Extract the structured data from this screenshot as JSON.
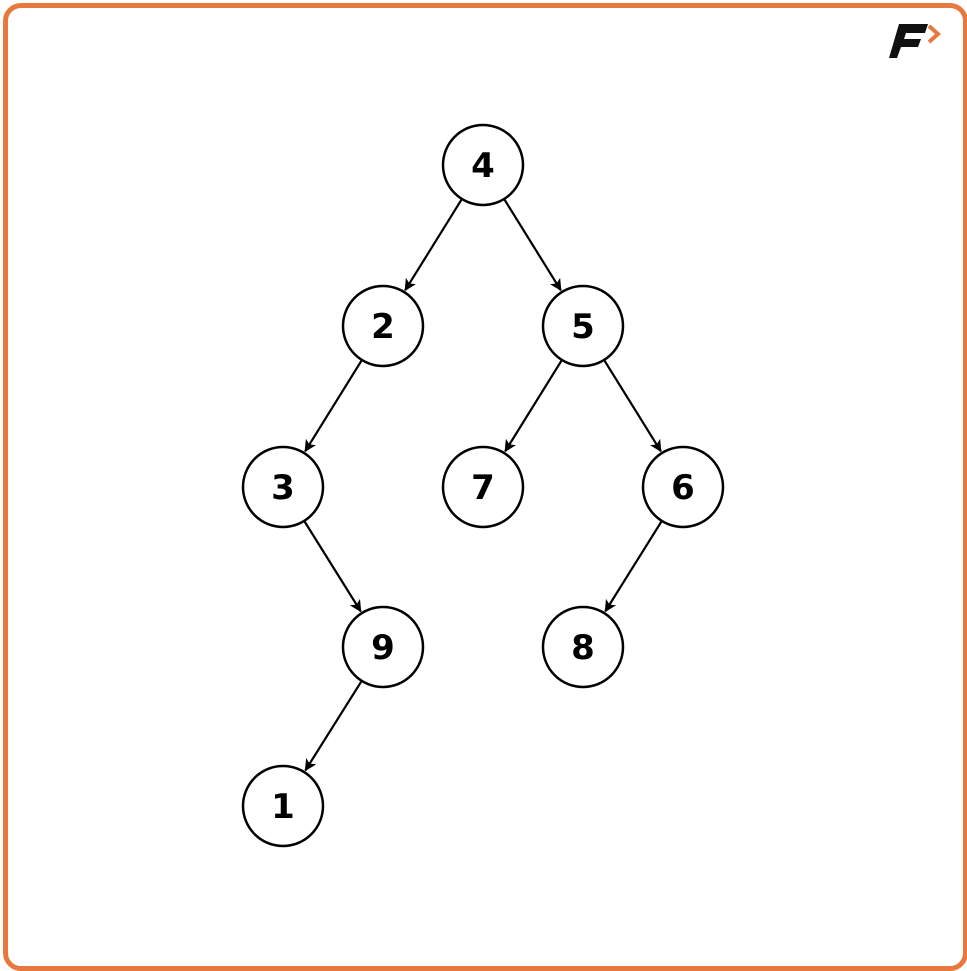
{
  "colors": {
    "frame": "#e8793e",
    "node_stroke": "#000000",
    "node_fill": "#ffffff",
    "logo_dark": "#111111",
    "logo_accent": "#e8793e"
  },
  "logo": {
    "icon": "brand-f-logo-icon",
    "text": "F"
  },
  "tree": {
    "nodes": [
      {
        "id": "n4",
        "label": "4"
      },
      {
        "id": "n2",
        "label": "2"
      },
      {
        "id": "n5",
        "label": "5"
      },
      {
        "id": "n3",
        "label": "3"
      },
      {
        "id": "n7",
        "label": "7"
      },
      {
        "id": "n6",
        "label": "6"
      },
      {
        "id": "n9",
        "label": "9"
      },
      {
        "id": "n8",
        "label": "8"
      },
      {
        "id": "n1",
        "label": "1"
      }
    ],
    "edges": [
      {
        "from": "n4",
        "to": "n2"
      },
      {
        "from": "n4",
        "to": "n5"
      },
      {
        "from": "n2",
        "to": "n3"
      },
      {
        "from": "n5",
        "to": "n7"
      },
      {
        "from": "n5",
        "to": "n6"
      },
      {
        "from": "n3",
        "to": "n9"
      },
      {
        "from": "n6",
        "to": "n8"
      },
      {
        "from": "n9",
        "to": "n1"
      }
    ]
  }
}
